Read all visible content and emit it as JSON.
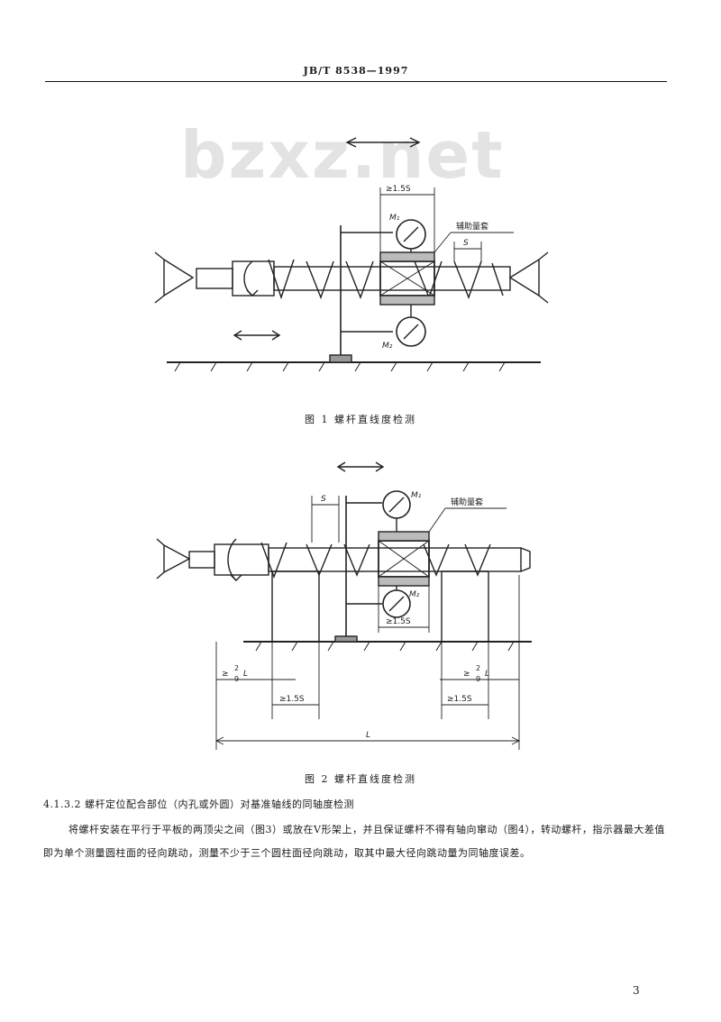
{
  "header": {
    "standard_no": "JB/T 8538—1997"
  },
  "watermark": "bzxz.net",
  "figure1": {
    "caption": "图 1  螺杆直线度检测",
    "labels": {
      "dim_top": "≥1.5S",
      "aux_gauge": "辅助量套",
      "s": "S",
      "m1": "M₁",
      "m2": "M₂"
    }
  },
  "figure2": {
    "caption": "图 2  螺杆直线度检测",
    "labels": {
      "s": "S",
      "m1": "M₁",
      "m2": "M₂",
      "aux_gauge": "辅助量套",
      "dim_mid": "≥1.5S",
      "frac_num": "2",
      "frac_den": "9",
      "frac_suffix": "L",
      "ge_prefix": "≥",
      "dim_left_small": "≥1.5S",
      "dim_right_small": "≥1.5S",
      "total_L": "L"
    }
  },
  "section": {
    "title": "4.1.3.2  螺杆定位配合部位（内孔或外圆）对基准轴线的同轴度检测",
    "paragraph": "将螺杆安装在平行于平板的两顶尖之间（图3）或放在V形架上，并且保证螺杆不得有轴向窜动（图4），转动螺杆，指示器最大差值即为单个测量圆柱面的径向跳动，测量不少于三个圆柱面径向跳动，取其中最大径向跳动量为同轴度误差。"
  },
  "page_number": "3"
}
